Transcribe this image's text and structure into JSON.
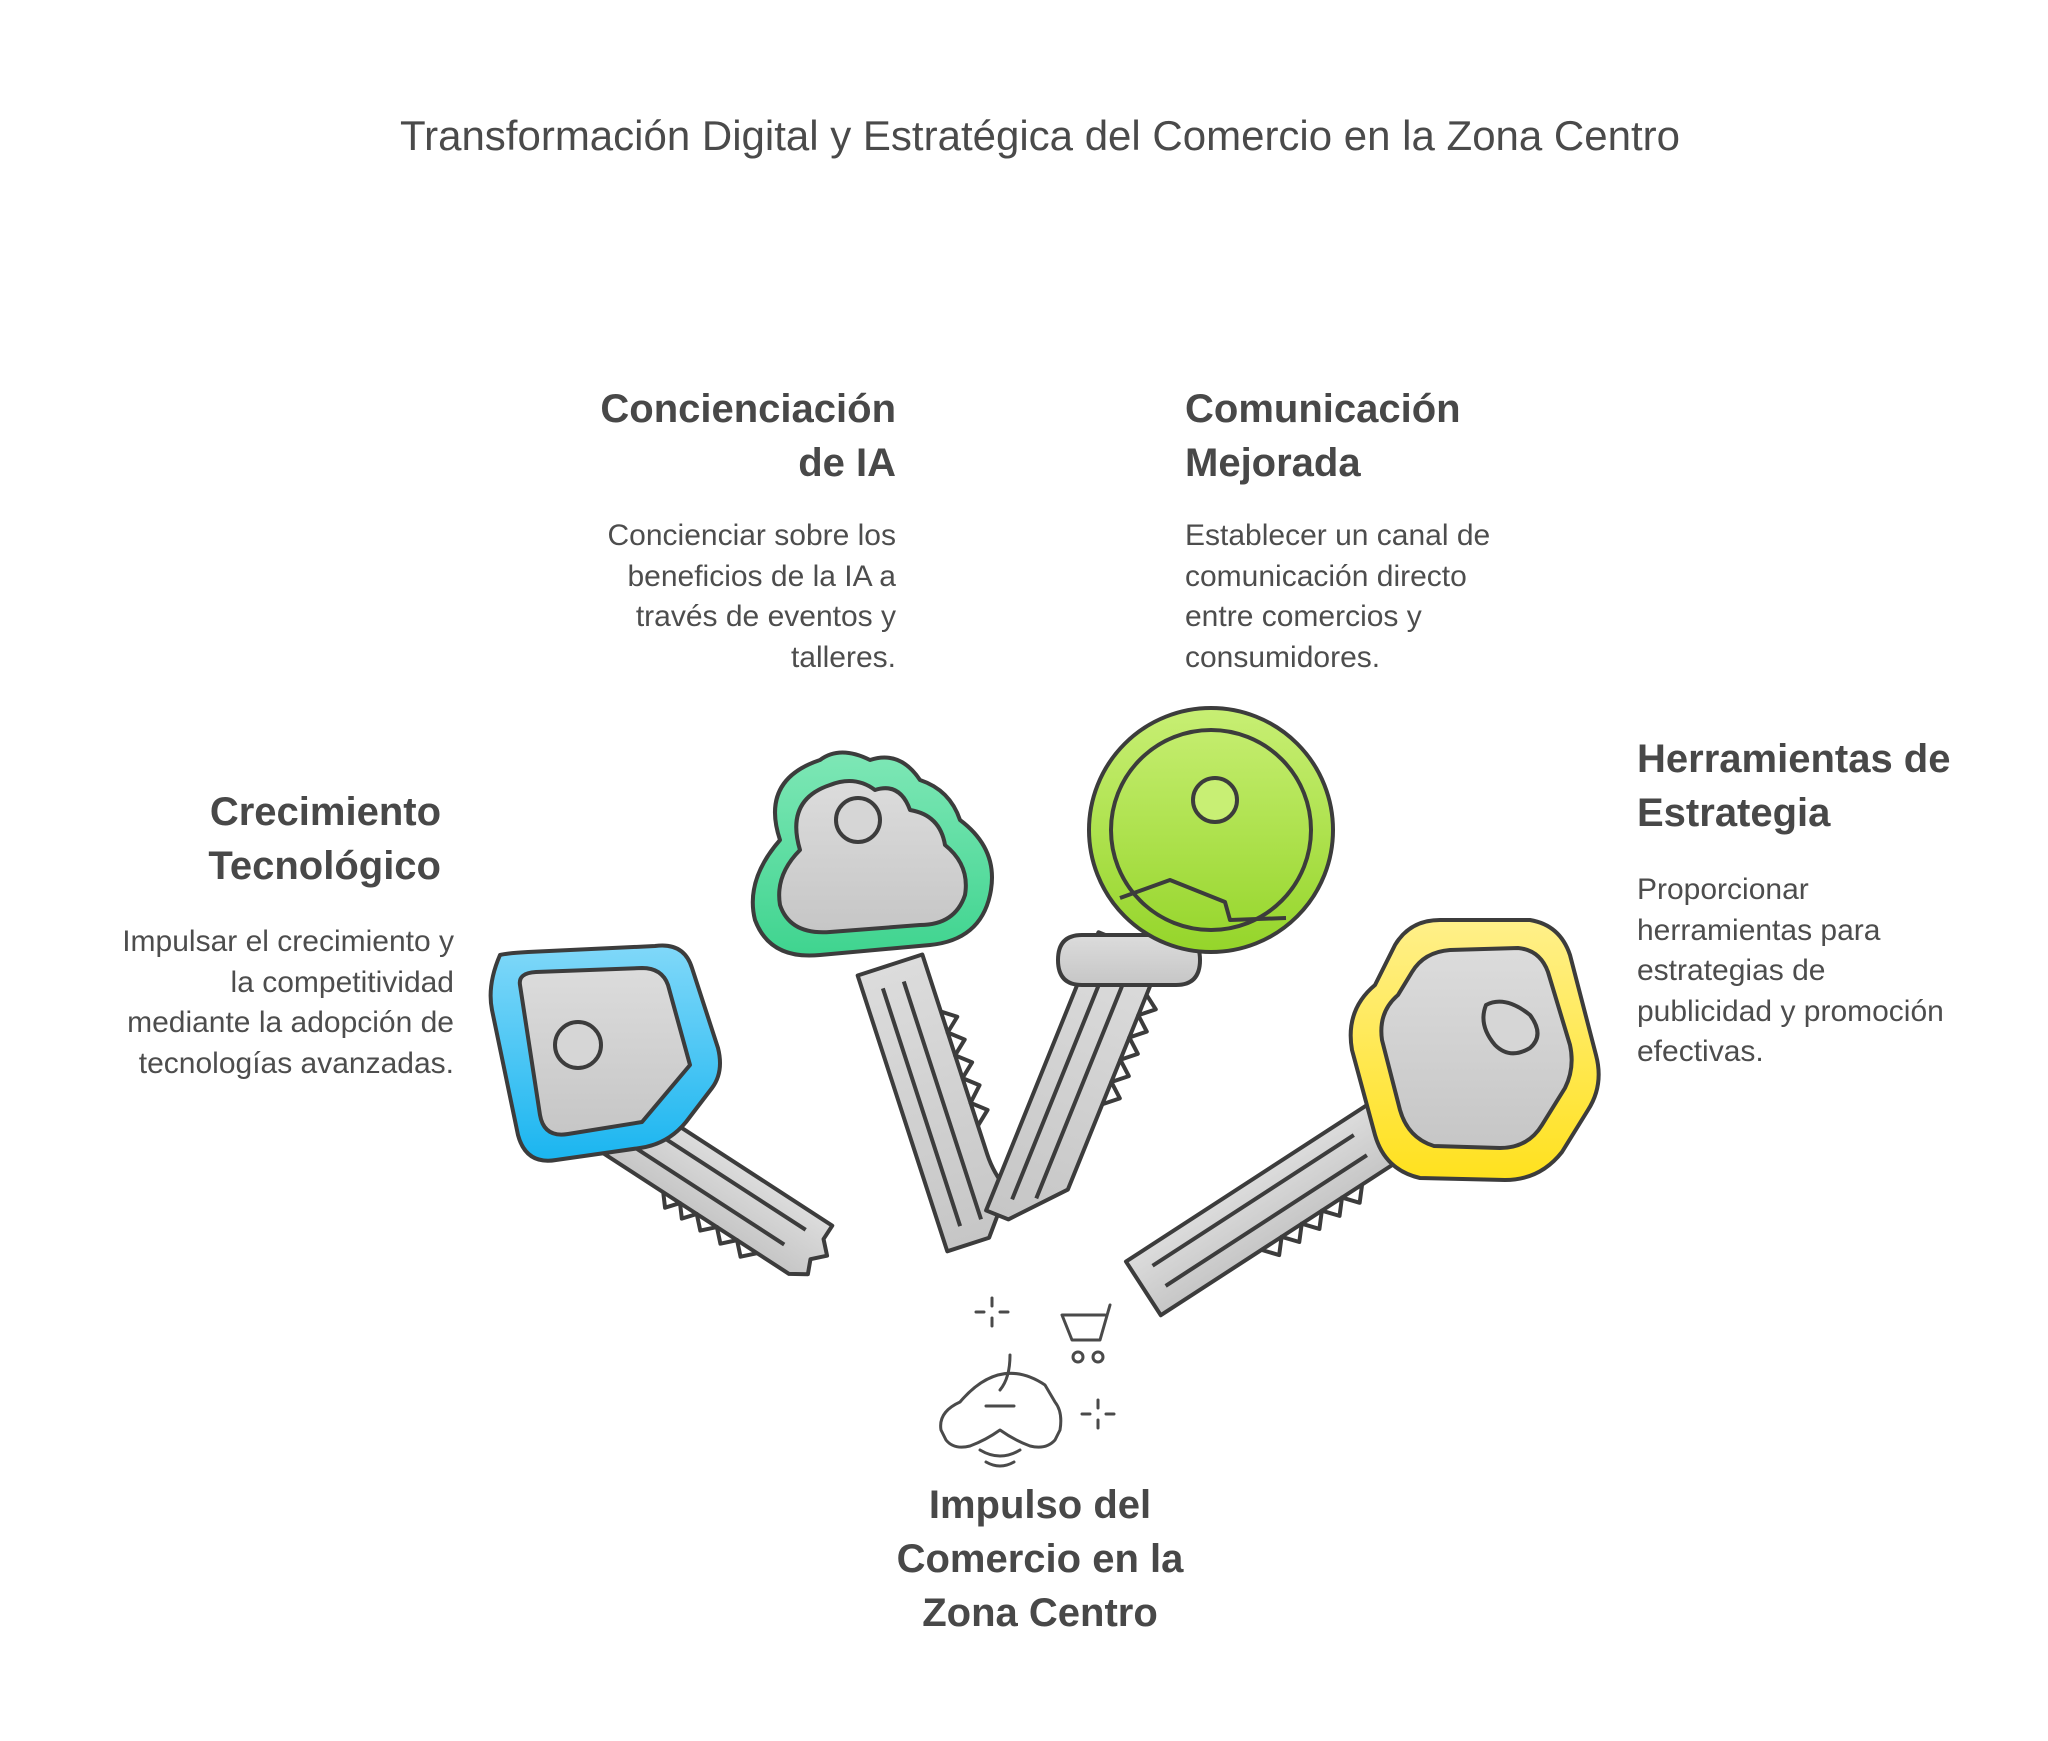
{
  "title": "Transformación Digital y Estratégica del Comercio en la Zona Centro",
  "center": {
    "heading": [
      "Impulso del",
      "Comercio en la",
      "Zona Centro"
    ],
    "icons": [
      "vr-headset-icon",
      "shopping-cart-icon",
      "sparkle-icon"
    ]
  },
  "keys": [
    {
      "heading": [
        "Crecimiento",
        "Tecnológico"
      ],
      "description": [
        "Impulsar el crecimiento y",
        "la competitividad",
        "mediante la adopción de",
        "tecnologías avanzadas."
      ],
      "color": "#29b6f6",
      "shape": "pentagon"
    },
    {
      "heading": [
        "Concienciación",
        "de IA"
      ],
      "description": [
        "Concienciar sobre los",
        "beneficios de la IA a",
        "través de eventos y",
        "talleres."
      ],
      "color": "#3fd8a0",
      "shape": "cloud"
    },
    {
      "heading": [
        "Comunicación",
        "Mejorada"
      ],
      "description": [
        "Establecer un canal de",
        "comunicación directo",
        "entre comercios y",
        "consumidores."
      ],
      "color": "#a6e33b",
      "shape": "circle"
    },
    {
      "heading": [
        "Herramientas de",
        "Estrategia"
      ],
      "description": [
        "Proporcionar",
        "herramientas para",
        "estrategias de",
        "publicidad y promoción",
        "efectivas."
      ],
      "color": "#ffe034",
      "shape": "hexagon"
    }
  ]
}
